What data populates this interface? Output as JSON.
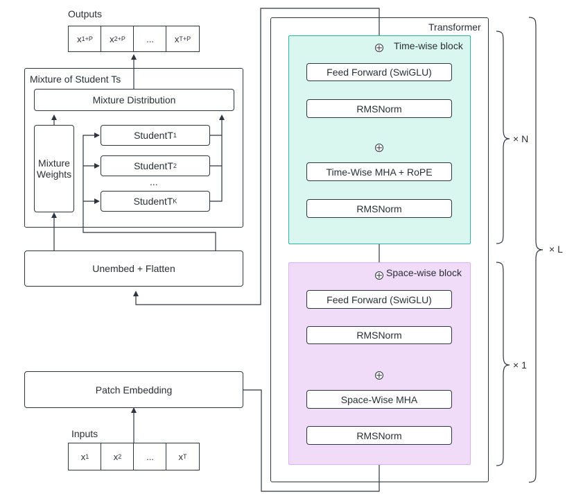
{
  "outputs": {
    "title": "Outputs",
    "cells": [
      {
        "base": "x",
        "sub": "1+P"
      },
      {
        "base": "x",
        "sub": "2+P"
      },
      {
        "base": "...",
        "sub": ""
      },
      {
        "base": "x",
        "sub": "T+P"
      }
    ]
  },
  "mixture": {
    "title": "Mixture of Student Ts",
    "distribution": "Mixture Distribution",
    "weights_line1": "Mixture",
    "weights_line2": "Weights",
    "students": [
      {
        "base": "StudentT",
        "sub": "1"
      },
      {
        "base": "StudentT",
        "sub": "2"
      },
      {
        "base": "StudentT",
        "sub": "K"
      }
    ],
    "ellipsis": "..."
  },
  "unembed": "Unembed + Flatten",
  "patch_embedding": "Patch Embedding",
  "inputs": {
    "title": "Inputs",
    "cells": [
      {
        "base": "x",
        "sub": "1"
      },
      {
        "base": "x",
        "sub": "2"
      },
      {
        "base": "...",
        "sub": ""
      },
      {
        "base": "x",
        "sub": "T"
      }
    ]
  },
  "transformer": {
    "title": "Transformer",
    "time_block": {
      "title": "Time-wise block",
      "ff": "Feed Forward (SwiGLU)",
      "norm1": "RMSNorm",
      "mha": "Time-Wise MHA + RoPE",
      "norm2": "RMSNorm",
      "color": "#d9f7ef",
      "border": "#2bb5a3"
    },
    "space_block": {
      "title": "Space-wise block",
      "ff": "Feed Forward (SwiGLU)",
      "norm1": "RMSNorm",
      "mha": "Space-Wise MHA",
      "norm2": "RMSNorm",
      "color": "#f0dbf8",
      "border": "#d9b3ee"
    }
  },
  "repeat": {
    "n": "× N",
    "one": "× 1",
    "l": "× L"
  }
}
